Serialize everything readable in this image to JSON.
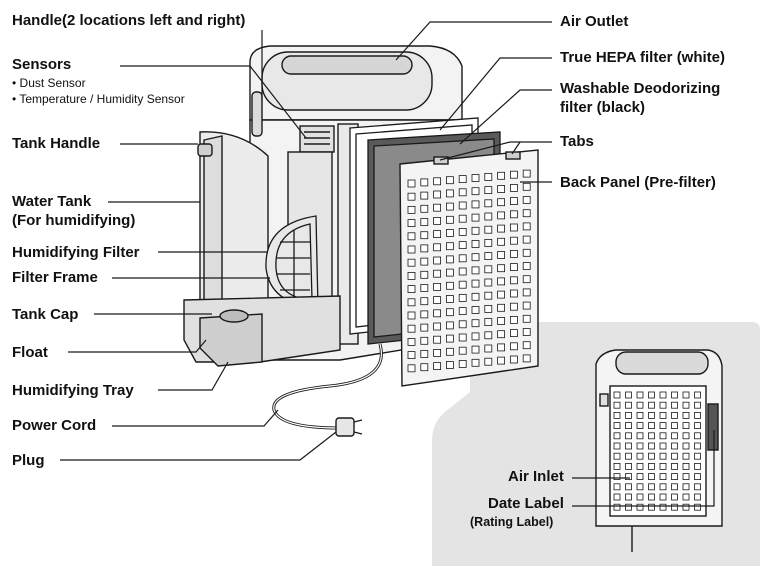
{
  "labels": {
    "handle": "Handle(2 locations left and right)",
    "sensors": "Sensors",
    "sensor_dust": "• Dust Sensor",
    "sensor_temp": "• Temperature / Humidity Sensor",
    "tank_handle": "Tank Handle",
    "water_tank_line1": "Water Tank",
    "water_tank_line2": "(For humidifying)",
    "humidifying_filter": "Humidifying Filter",
    "filter_frame": "Filter Frame",
    "tank_cap": "Tank Cap",
    "float": "Float",
    "humidifying_tray": "Humidifying Tray",
    "power_cord": "Power Cord",
    "plug": "Plug",
    "air_outlet": "Air Outlet",
    "hepa_filter": "True HEPA filter (white)",
    "deodorizing_line1": "Washable Deodorizing",
    "deodorizing_line2": "filter (black)",
    "tabs": "Tabs",
    "back_panel": "Back Panel (Pre-filter)",
    "air_inlet": "Air Inlet",
    "date_label": "Date Label",
    "rating_label": "(Rating Label)"
  },
  "colors": {
    "line": "#1a1a1a",
    "body": "#f2f2f2",
    "shade": "#d9d9d9",
    "inset_bg": "#e6e6e6"
  }
}
